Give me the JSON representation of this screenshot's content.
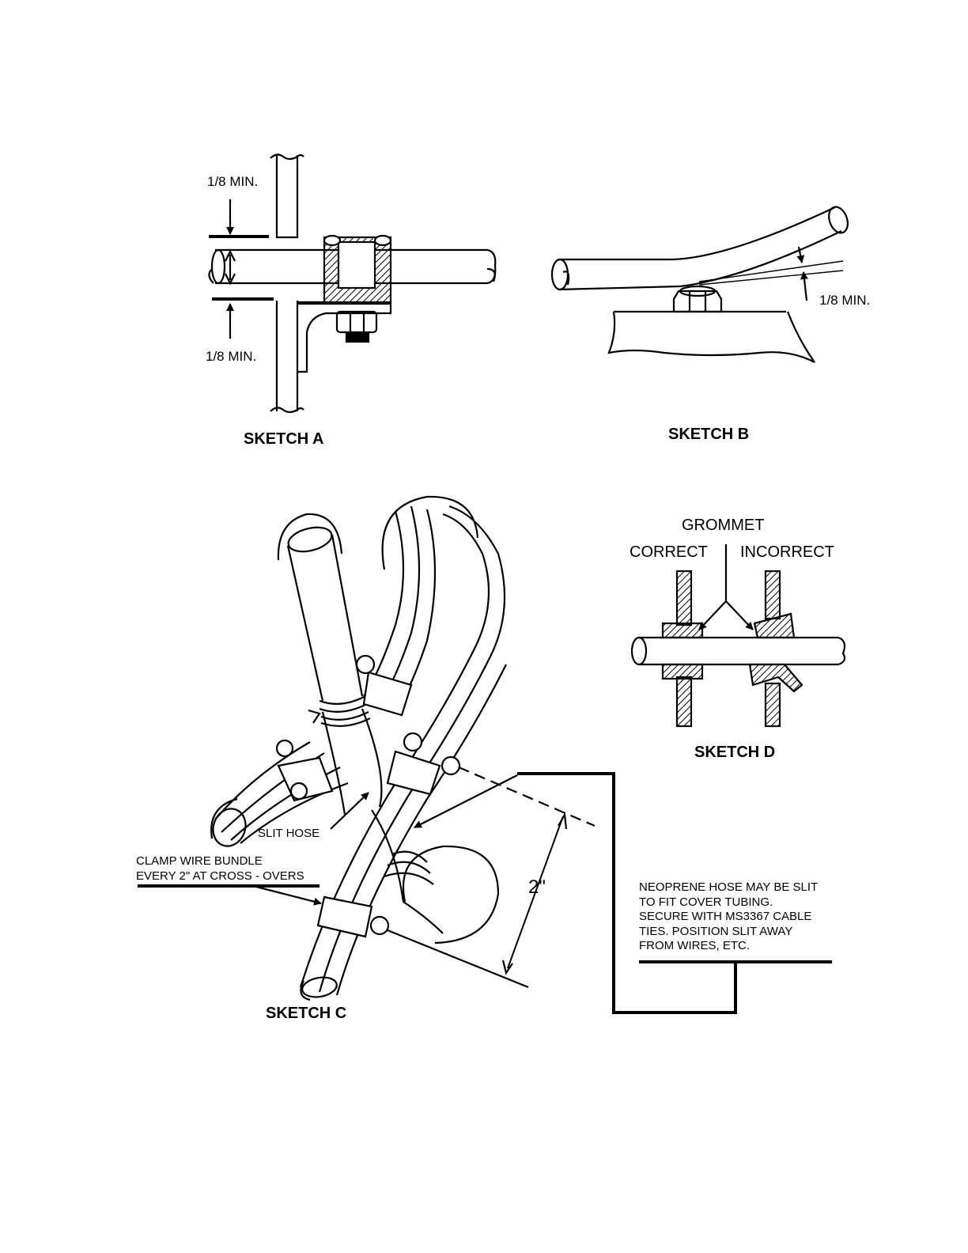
{
  "sketch_a": {
    "caption": "SKETCH A",
    "dim_top": "1/8 MIN.",
    "dim_bottom": "1/8 MIN."
  },
  "sketch_b": {
    "caption": "SKETCH B",
    "dim": "1/8 MIN."
  },
  "sketch_c": {
    "caption": "SKETCH C",
    "slit_hose": "SLIT HOSE",
    "clamp_line1": "CLAMP WIRE BUNDLE",
    "clamp_line2": "EVERY 2\" AT CROSS - OVERS",
    "dimension": "2\"",
    "note_lines": [
      "NEOPRENE HOSE MAY BE SLIT",
      "TO FIT COVER TUBING.",
      "SECURE WITH MS3367 CABLE",
      "TIES.  POSITION SLIT AWAY",
      "FROM WIRES, ETC."
    ]
  },
  "sketch_d": {
    "caption": "SKETCH D",
    "title": "GROMMET",
    "correct": "CORRECT",
    "incorrect": "INCORRECT"
  }
}
